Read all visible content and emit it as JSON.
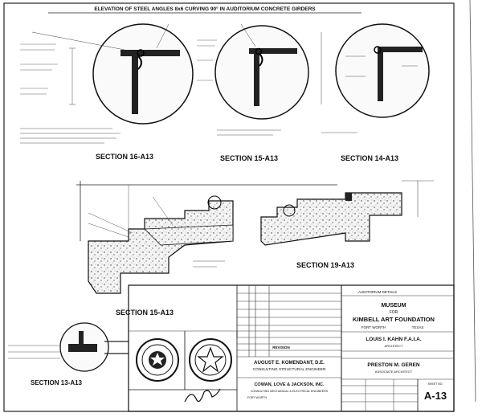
{
  "header": {
    "title": "ELEVATION OF STEEL ANGLES 8x6 CURVING 90° IN AUDITORIUM CONCRETE GIRDERS"
  },
  "sections": {
    "s1": "SECTION 16-A13",
    "s2": "SECTION 15-A13",
    "s3": "SECTION 14-A13",
    "s4": "SECTION 19-A13",
    "s5": "SECTION 15-A13",
    "s6": "SECTION 13-A13"
  },
  "title_block": {
    "sheet_name": "AUDITORIUM DETAILS",
    "project_line1": "MUSEUM",
    "project_line2": "FOR",
    "project_line3": "KIMBELL ART FOUNDATION",
    "location": "FORT WORTH",
    "state": "TEXAS",
    "architect": "LOUIS I. KAHN F.A.I.A.",
    "architect_role": "ARCHITECT",
    "associate": "PRESTON M. GEREN",
    "associate_role": "ASSOCIATE ARCHITECT",
    "engineer1_name": "AUGUST E. KOMENDANT, D.E.",
    "engineer1_role": "CONSULTING STRUCTURAL ENGINEER",
    "engineer2_name": "COWAN, LOVE & JACKSON, INC.",
    "engineer2_role": "CONSULTING MECHANICAL & ELECTRICAL ENGINEERS",
    "engineer2_city": "FORT WORTH",
    "revision_label": "REVISION",
    "sheet_no_label": "SHEET NO.",
    "sheet_no": "A-13"
  }
}
